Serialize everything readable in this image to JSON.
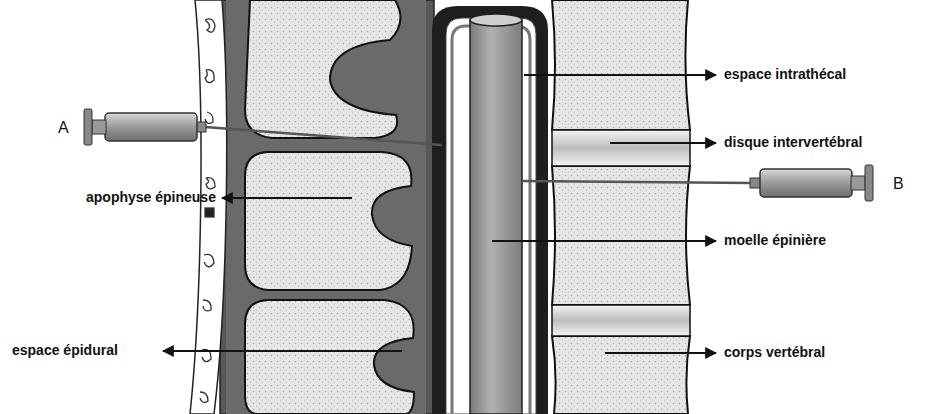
{
  "diagram": {
    "labels": [
      "espace intrathécal",
      "A",
      "disque intervertébral",
      "B",
      "apophyse épineuse",
      "moelle épinière",
      "espace épidural",
      "corps vertébral"
    ]
  }
}
